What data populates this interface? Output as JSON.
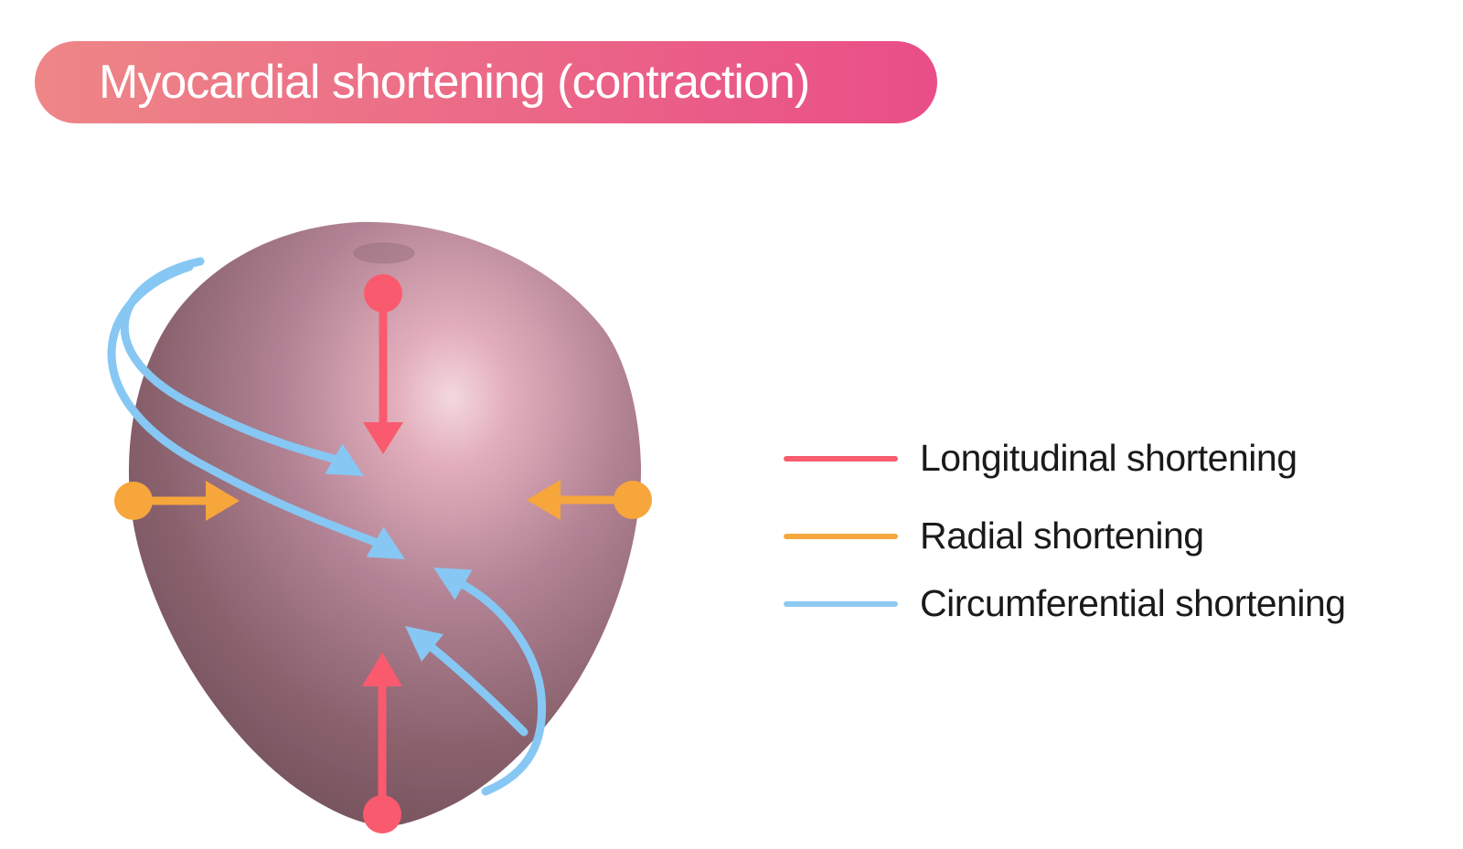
{
  "title": {
    "text": "Myocardial shortening (contraction)",
    "text_color": "#FFFFFF",
    "gradient_left": "#EE8687",
    "gradient_right": "#E94E87"
  },
  "legend": {
    "items": [
      {
        "id": "longitudinal",
        "label": "Longitudinal shortening",
        "color": "#F85C6E"
      },
      {
        "id": "radial",
        "label": "Radial shortening",
        "color": "#F6A83F"
      },
      {
        "id": "circumferential",
        "label": "Circumferential shortening",
        "color": "#8EC9F0"
      }
    ],
    "text_color": "#1A1A1A"
  },
  "diagram": {
    "description": "Ventricular myocardium shape with arrows showing the three directions of myocardial shortening during contraction",
    "heart": {
      "highlight": "#F3D8DF",
      "light": "#E2AEBC",
      "mid": "#B18293",
      "base": "#8A626E",
      "edge": "#6F4E58",
      "dimple": "#97707C"
    },
    "arrows": {
      "longitudinal": "#FA5A6E",
      "radial": "#F7A63C",
      "circumferential": "#87C7F3"
    }
  }
}
